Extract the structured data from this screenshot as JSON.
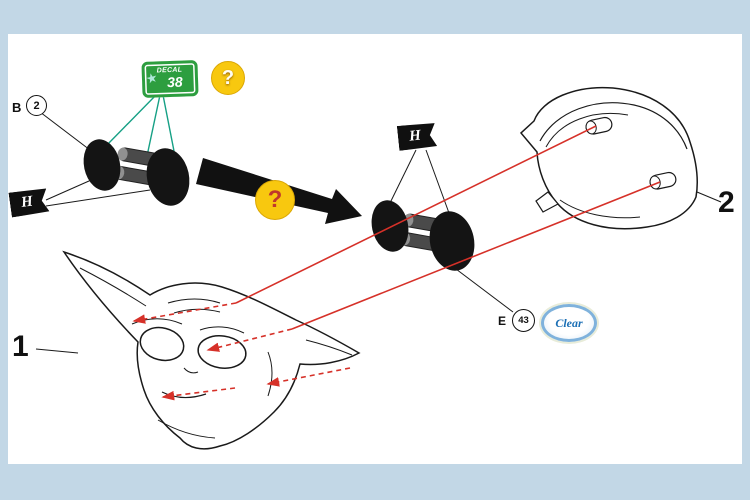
{
  "colors": {
    "background": "#c2d7e6",
    "panel": "#ffffff",
    "guide_red": "#d63129",
    "decal_teal": "#16a085",
    "question_yellow": "#f8c80f",
    "decal_green": "#2d9e3f",
    "line_black": "#1a1a1a",
    "clear_blue": "#1b6fb5"
  },
  "labels": {
    "sprue_b": "B",
    "sprue_b_part": "2",
    "sprue_e": "E",
    "sprue_e_part": "43",
    "paint_flag_left": "H",
    "paint_flag_center": "H",
    "decal_word": "DECAL",
    "decal_number": "38",
    "decal_star": "★",
    "question_top": "?",
    "question_middle": "?",
    "paint_clear": "Clear",
    "part_number_head_front": "1",
    "part_number_head_back": "2"
  }
}
